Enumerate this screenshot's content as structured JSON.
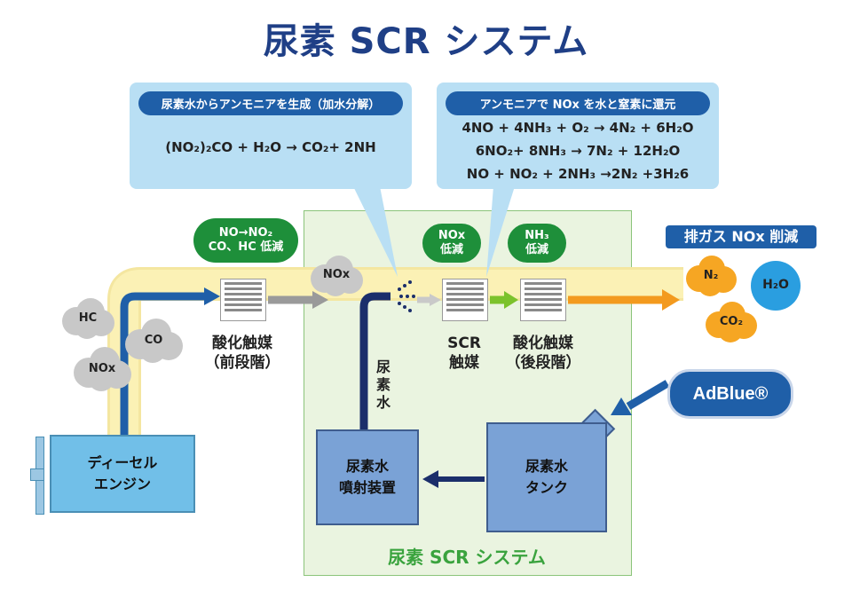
{
  "title": "尿素 SCR システム",
  "bubble_left": {
    "heading": "尿素水からアンモニアを生成（加水分解）",
    "equation": "(NO₂)₂CO + H₂O → CO₂+ 2NH"
  },
  "bubble_right": {
    "heading": "アンモニアで NOx を水と窒素に還元",
    "equations": [
      "4NO + 4NH₃ + O₂ → 4N₂ + 6H₂O",
      "6NO₂+ 8NH₃ → 7N₂ + 12H₂O",
      "NO + NO₂ + 2NH₃ →2N₂ +3H₂6"
    ]
  },
  "pills": {
    "pre_oxidation": "NO→NO₂\nCO、HC 低減",
    "nox_reduce": "NOx\n低減",
    "nh3_reduce": "NH₃\n低減"
  },
  "clouds": {
    "hc": "HC",
    "co": "CO",
    "nox_exhaust": "NOx",
    "nox_mid": "NOx",
    "n2": "N₂",
    "co2": "CO₂",
    "h2o": "H₂O"
  },
  "labels": {
    "pre_catalyst": "酸化触媒\n（前段階）",
    "scr_catalyst": "SCR\n触媒",
    "post_catalyst": "酸化触媒\n（後段階）",
    "urea_pipe": "尿\n素\n水",
    "result": "排ガス NOx 削減",
    "system_caption": "尿素 SCR システム"
  },
  "boxes": {
    "engine": "ディーセル\nエンジン",
    "injector": "尿素水\n噴射装置",
    "tank": "尿素水\nタンク"
  },
  "adblue": "AdBlue®",
  "colors": {
    "title": "#1f3f86",
    "system_bg": "#eaf4e0",
    "system_border": "#8bc47a",
    "pipe": "#fbf1b5",
    "arrow_blue": "#1f5fa8",
    "arrow_gray": "#9a9a9a",
    "arrow_green": "#7cc22c",
    "arrow_orange": "#f39a1e",
    "cloud_gray": "#c8c8c8",
    "cloud_orange": "#f6a623",
    "h2o_blue": "#2a9ee0"
  }
}
